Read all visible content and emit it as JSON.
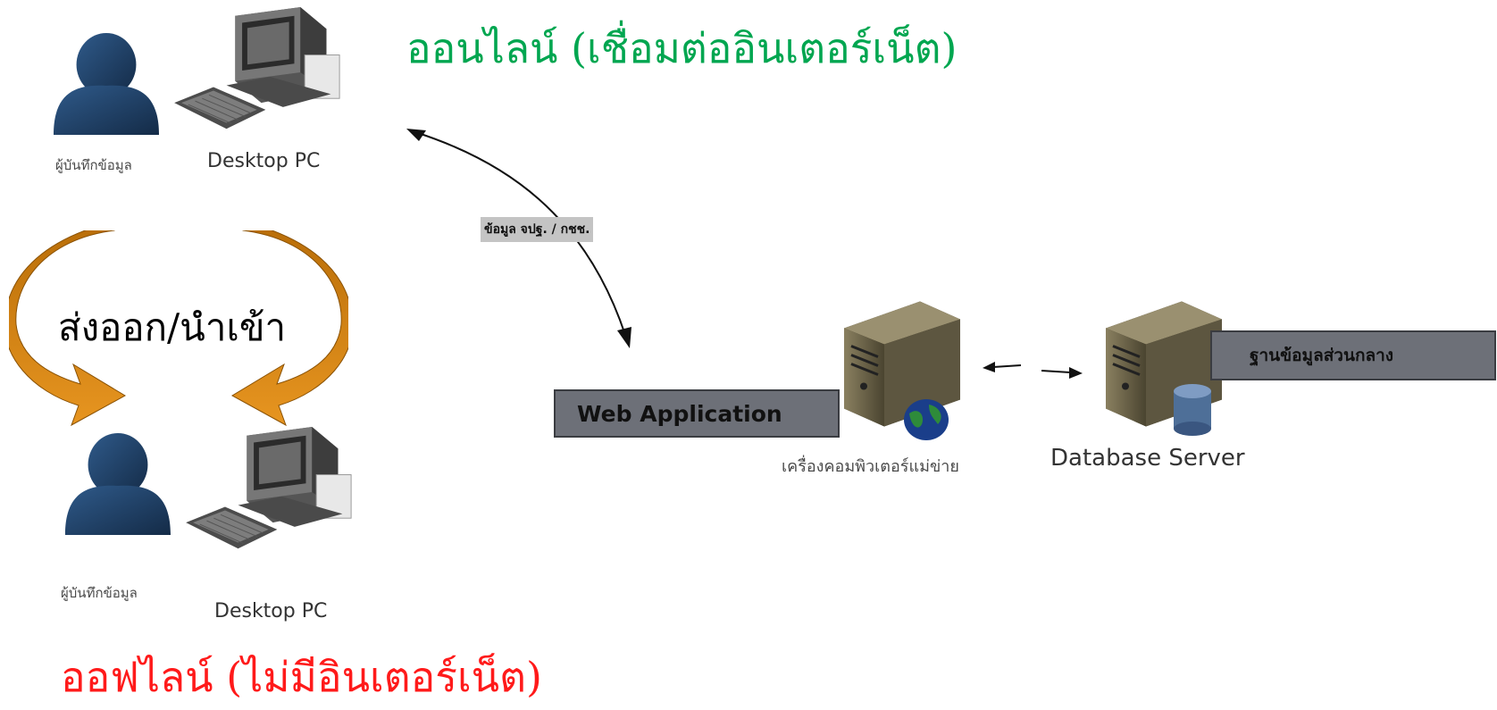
{
  "online": {
    "title": "ออนไลน์ (เชื่อมต่ออินเตอร์เน็ต)",
    "user_label": "ผู้บันทึกข้อมูล",
    "pc_label": "Desktop PC",
    "color": "#00a650"
  },
  "offline": {
    "title": "ออฟไลน์ (ไม่มีอินเตอร์เน็ต)",
    "user_label": "ผู้บันทึกข้อมูล",
    "pc_label": "Desktop PC",
    "color": "#ff1a1a"
  },
  "sync": {
    "label": "ส่งออก/นำเข้า",
    "arrow_color": "#d9860f"
  },
  "connection": {
    "label": "ข้อมูล จปฐ. / กชช."
  },
  "web_app": {
    "label": "Web Application"
  },
  "web_server": {
    "label": "เครื่องคอมพิวเตอร์แม่ข่าย"
  },
  "db_server": {
    "label": "Database Server",
    "box_label": "ฐานข้อมูลส่วนกลาง"
  },
  "colors": {
    "user_icon": "#1f3f66",
    "server_body": "#6b6348",
    "box_fill": "#6d7078"
  }
}
